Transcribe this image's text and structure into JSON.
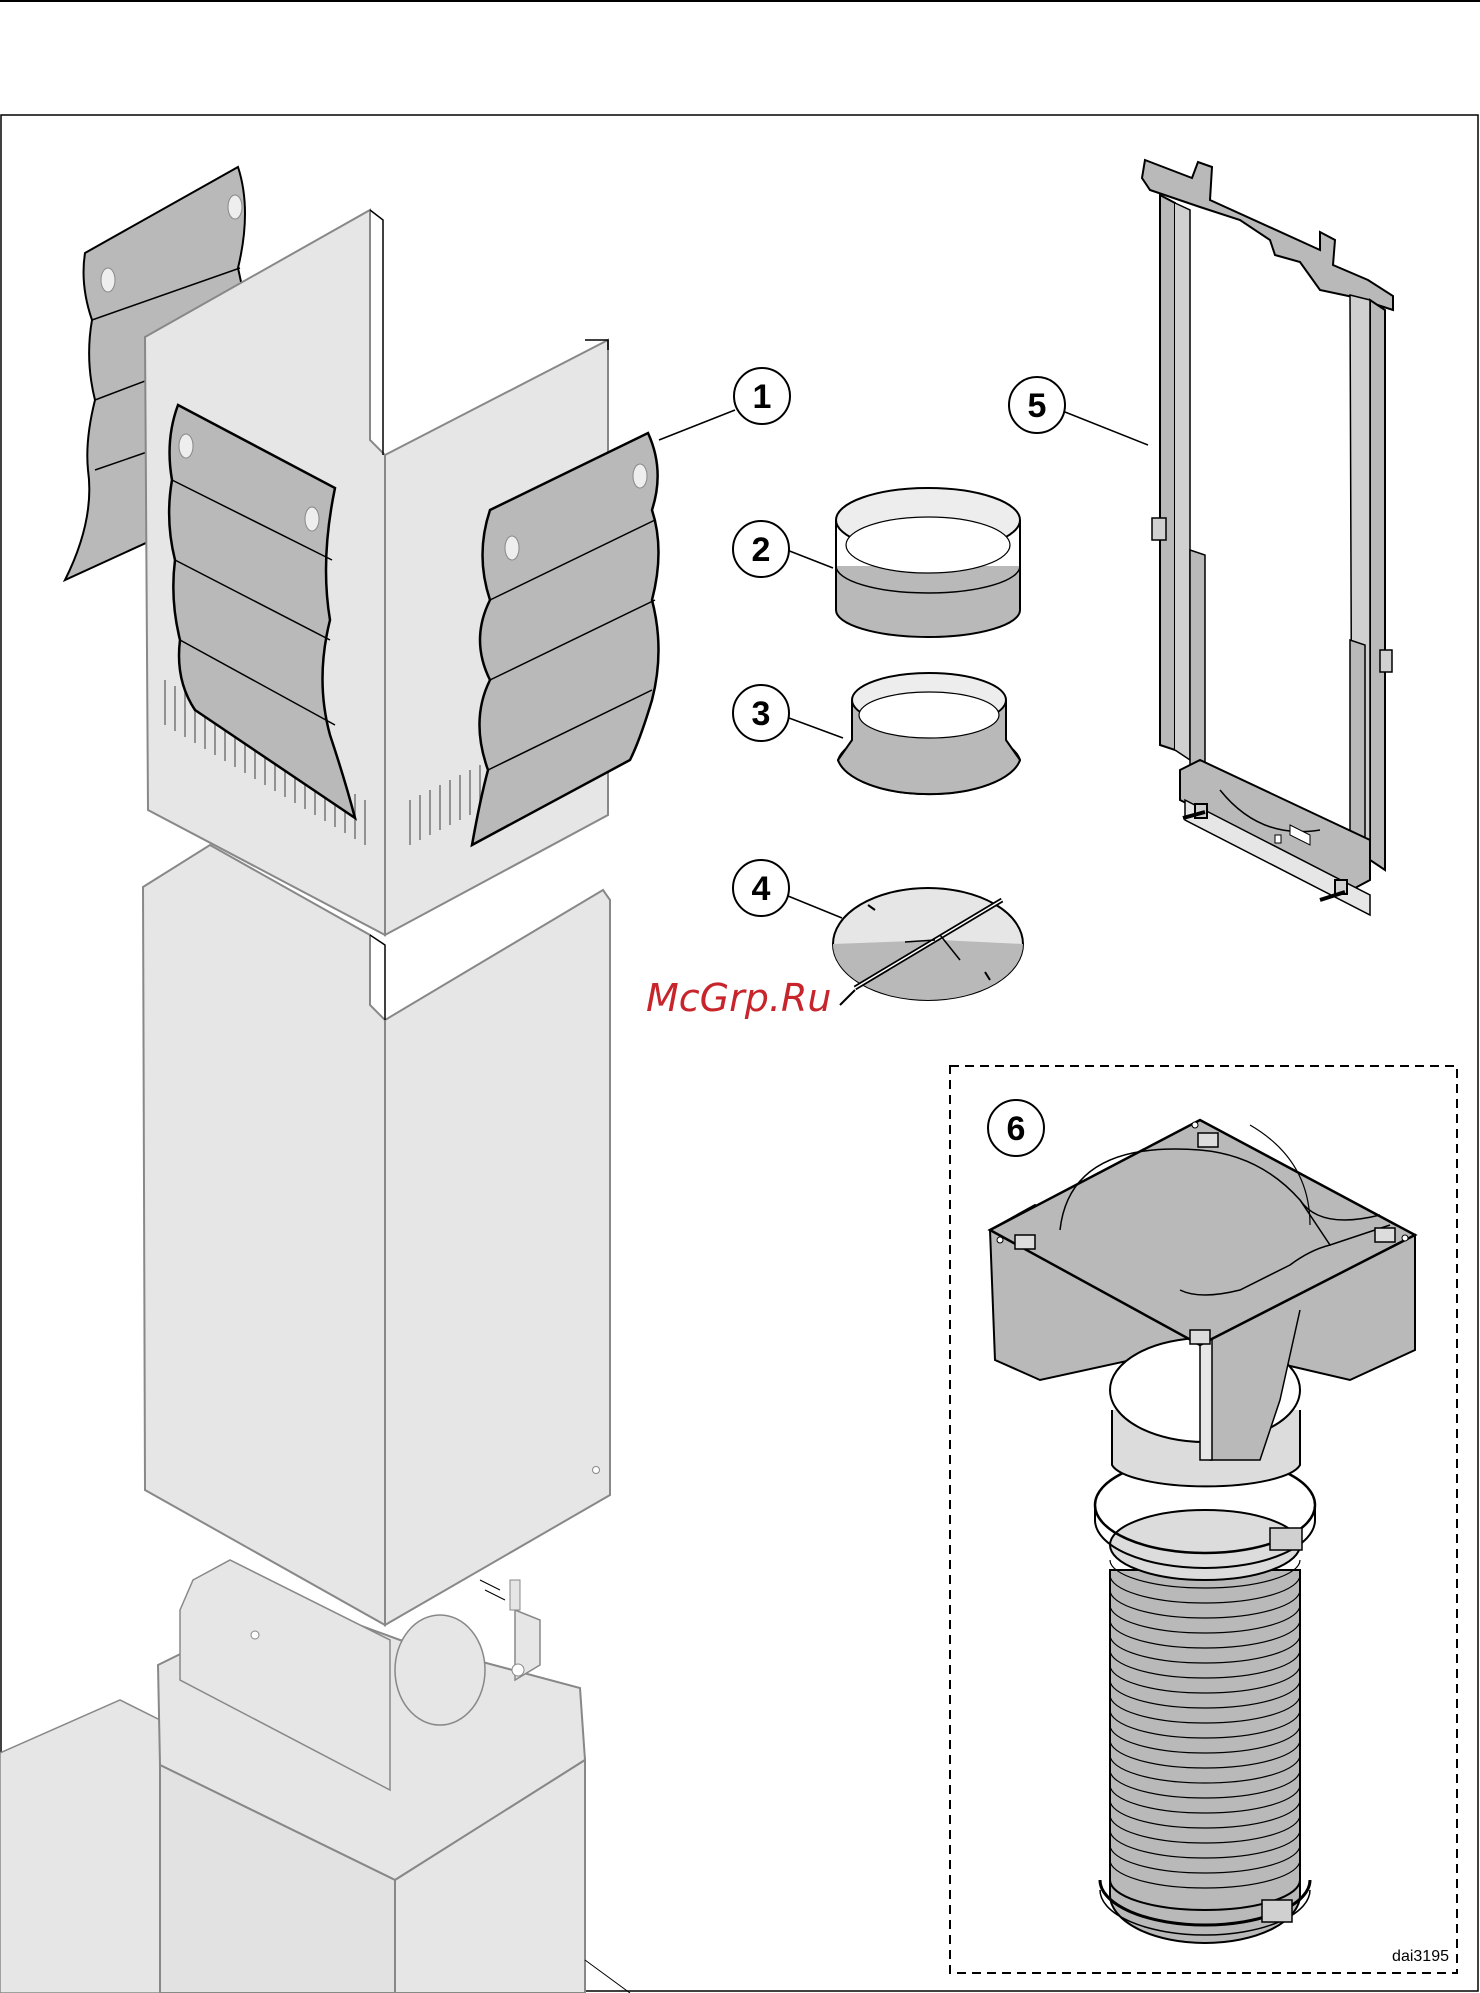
{
  "callouts": [
    {
      "label": "1",
      "part": "chimney-upper"
    },
    {
      "label": "2",
      "part": "ring-connector"
    },
    {
      "label": "3",
      "part": "ring-flanged"
    },
    {
      "label": "4",
      "part": "damper-disc"
    },
    {
      "label": "5",
      "part": "mounting-frame"
    },
    {
      "label": "6",
      "part": "air-guide-kit"
    }
  ],
  "watermark": "McGrp.Ru",
  "drawing_code": "dai3195",
  "colors": {
    "panel_fill": "#e6e6e6",
    "sheet_fill": "#b9b9b9",
    "line": "#000000",
    "watermark": "#c8242b"
  }
}
